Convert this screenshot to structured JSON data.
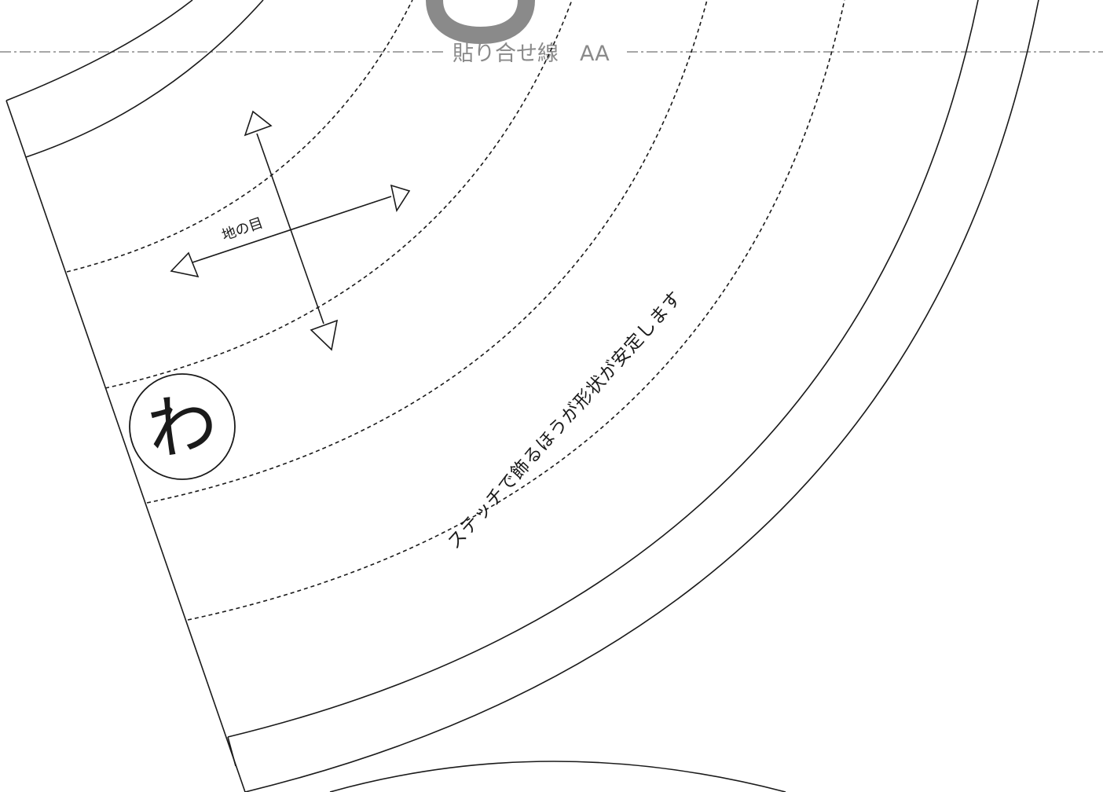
{
  "join_line_label": "貼り合せ線　AA",
  "grain_label": "地の目",
  "fold_mark": "わ",
  "note_text": "ステッチで飾るほうが形状が安定します",
  "colors": {
    "line": "#1a1a1a",
    "join_line": "#8a8a8a",
    "background": "#ffffff"
  }
}
